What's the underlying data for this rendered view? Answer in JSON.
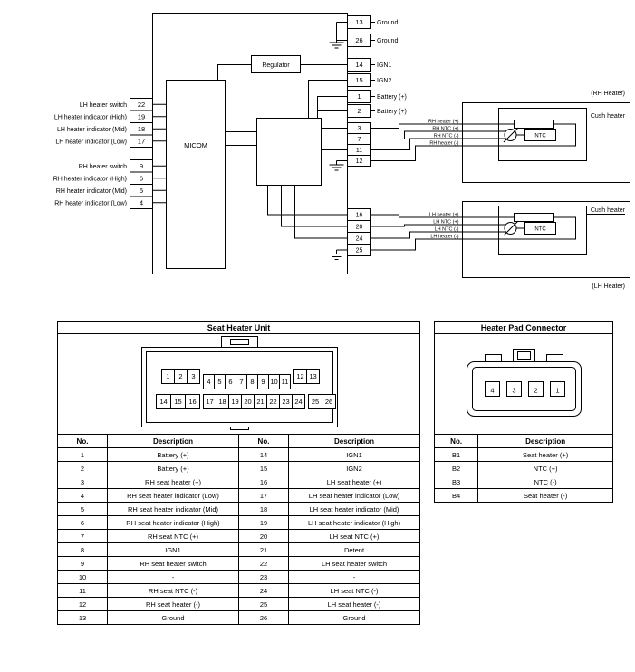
{
  "diagram": {
    "micom_label": "MICOM",
    "regulator_label": "Regulator",
    "left_pins": [
      {
        "pin": "22",
        "label": "LH heater switch"
      },
      {
        "pin": "19",
        "label": "LH heater indicator (High)"
      },
      {
        "pin": "18",
        "label": "LH heater indicator (Mid)"
      },
      {
        "pin": "17",
        "label": "LH heater indicator (Low)"
      },
      {
        "pin": "9",
        "label": "RH heater switch"
      },
      {
        "pin": "6",
        "label": "RH heater indicator (High)"
      },
      {
        "pin": "5",
        "label": "RH heater indicator (Mid)"
      },
      {
        "pin": "4",
        "label": "RH heater indicator (Low)"
      }
    ],
    "power_pins": [
      {
        "pin": "13",
        "label": "Ground"
      },
      {
        "pin": "26",
        "label": "Ground"
      },
      {
        "pin": "14",
        "label": "IGN1"
      },
      {
        "pin": "15",
        "label": "IGN2"
      },
      {
        "pin": "1",
        "label": "Battery (+)"
      },
      {
        "pin": "2",
        "label": "Battery (+)"
      }
    ],
    "rh": {
      "title": "(RH Heater)",
      "cush_label": "Cush heater",
      "ntc_label": "NTC",
      "pins": [
        {
          "pin": "3",
          "label": "RH heater (+)"
        },
        {
          "pin": "7",
          "label": "RH NTC (+)"
        },
        {
          "pin": "11",
          "label": "RH NTC (-)"
        },
        {
          "pin": "12",
          "label": "RH heater (-)"
        }
      ]
    },
    "lh": {
      "title": "(LH Heater)",
      "cush_label": "Cush heater",
      "ntc_label": "NTC",
      "pins": [
        {
          "pin": "16",
          "label": "LH heater (+)"
        },
        {
          "pin": "20",
          "label": "LH NTC (+)"
        },
        {
          "pin": "24",
          "label": "LH NTC (-)"
        },
        {
          "pin": "25",
          "label": "LH heater (-)"
        }
      ]
    }
  },
  "seat_heater_unit": {
    "title": "Seat Heater Unit",
    "headers": [
      "No.",
      "Description",
      "No.",
      "Description"
    ],
    "connector": {
      "row1_a": [
        "1",
        "2",
        "3"
      ],
      "row1_b": [
        "4",
        "5",
        "6",
        "7",
        "8",
        "9",
        "10",
        "11"
      ],
      "row1_c": [
        "12",
        "13"
      ],
      "row2_a": [
        "14",
        "15",
        "16"
      ],
      "row2_b": [
        "17",
        "18",
        "19",
        "20",
        "21",
        "22",
        "23",
        "24"
      ],
      "row2_c": [
        "25",
        "26"
      ]
    },
    "rows": [
      [
        "1",
        "Battery (+)",
        "14",
        "IGN1"
      ],
      [
        "2",
        "Battery (+)",
        "15",
        "IGN2"
      ],
      [
        "3",
        "RH seat heater (+)",
        "16",
        "LH seat heater (+)"
      ],
      [
        "4",
        "RH seat heater indicator (Low)",
        "17",
        "LH seat heater indicator (Low)"
      ],
      [
        "5",
        "RH seat heater indicator (Mid)",
        "18",
        "LH seat heater indicator (Mid)"
      ],
      [
        "6",
        "RH seat heater indicator (High)",
        "19",
        "LH seat heater indicator (High)"
      ],
      [
        "7",
        "RH seat NTC (+)",
        "20",
        "LH seat NTC (+)"
      ],
      [
        "8",
        "IGN1",
        "21",
        "Detent"
      ],
      [
        "9",
        "RH seat heater switch",
        "22",
        "LH seat heater switch"
      ],
      [
        "10",
        "-",
        "23",
        "-"
      ],
      [
        "11",
        "RH seat NTC (-)",
        "24",
        "LH seat NTC (-)"
      ],
      [
        "12",
        "RH seat heater (-)",
        "25",
        "LH seat heater (-)"
      ],
      [
        "13",
        "Ground",
        "26",
        "Ground"
      ]
    ]
  },
  "heater_pad_connector": {
    "title": "Heater Pad Connector",
    "headers": [
      "No.",
      "Description"
    ],
    "connector_pins": [
      "4",
      "3",
      "2",
      "1"
    ],
    "rows": [
      [
        "B1",
        "Seat heater (+)"
      ],
      [
        "B2",
        "NTC (+)"
      ],
      [
        "B3",
        "NTC (-)"
      ],
      [
        "B4",
        "Seat heater (-)"
      ]
    ]
  }
}
